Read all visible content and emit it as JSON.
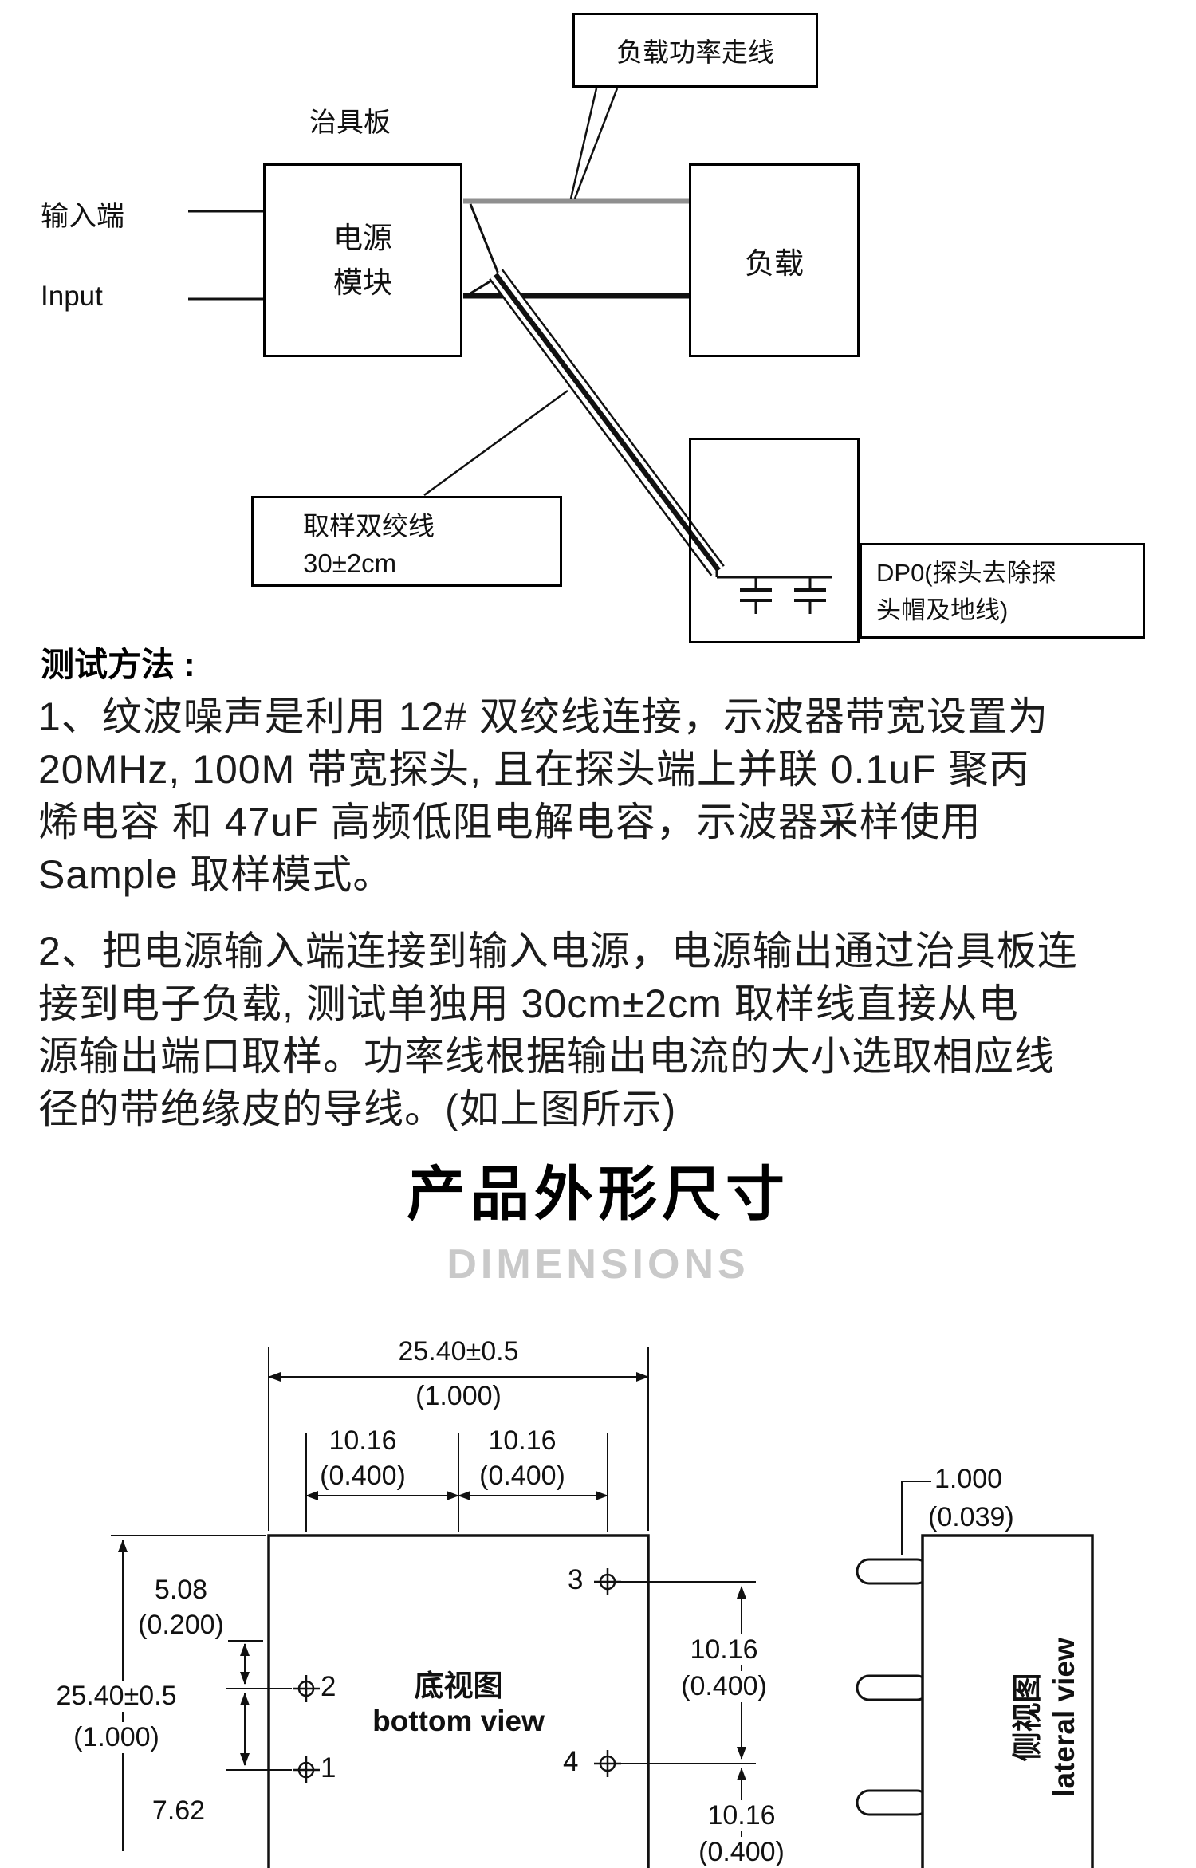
{
  "diagram": {
    "load_power_trace": "负载功率走线",
    "fixture_board": "治具板",
    "input_cn": "输入端",
    "input_en": "Input",
    "power_module": "电源\n模块",
    "load": "负载",
    "sampling_line": "取样双绞线\n30±2cm",
    "dpo_note": "DP0(探头去除探\n头帽及地线)"
  },
  "test_method": {
    "heading": "测试方法 :",
    "item1": "1、纹波噪声是利用 12# 双绞线连接，示波器带宽设置为\n20MHz, 100M 带宽探头, 且在探头端上并联 0.1uF 聚丙\n烯电容 和 47uF 高频低阻电解电容，示波器采样使用\nSample 取样模式。",
    "item2": "2、把电源输入端连接到输入电源，电源输出通过治具板连\n接到电子负载, 测试单独用 30cm±2cm 取样线直接从电\n源输出端口取样。功率线根据输出电流的大小选取相应线\n径的带绝缘皮的导线。(如上图所示)"
  },
  "section": {
    "title_cn": "产品外形尺寸",
    "title_en": "DIMENSIONS",
    "title_en_color": "#c9c9c9"
  },
  "drawing": {
    "dim_top_mm": "25.40±0.5",
    "dim_top_in": "(1.000)",
    "dim_pitch_left_mm": "10.16",
    "dim_pitch_left_in": "(0.400)",
    "dim_pitch_right_mm": "10.16",
    "dim_pitch_right_in": "(0.400)",
    "dim_top_offset_mm": "5.08",
    "dim_top_offset_in": "(0.200)",
    "dim_height_mm": "25.40±0.5",
    "dim_height_in": "(1.000)",
    "dim_pin_gap_mm": "7.62",
    "dim_right_upper_mm": "10.16",
    "dim_right_upper_in": "(0.400)",
    "dim_right_lower_mm": "10.16",
    "dim_right_lower_in": "(0.400)",
    "dim_pin_thickness_mm": "1.000",
    "dim_pin_thickness_in": "(0.039)",
    "pin1": "1",
    "pin2": "2",
    "pin3": "3",
    "pin4": "4",
    "bottom_view_cn": "底视图",
    "bottom_view_en": "bottom view",
    "lateral_view_cn": "侧视图",
    "lateral_view_en": "lateral view"
  }
}
